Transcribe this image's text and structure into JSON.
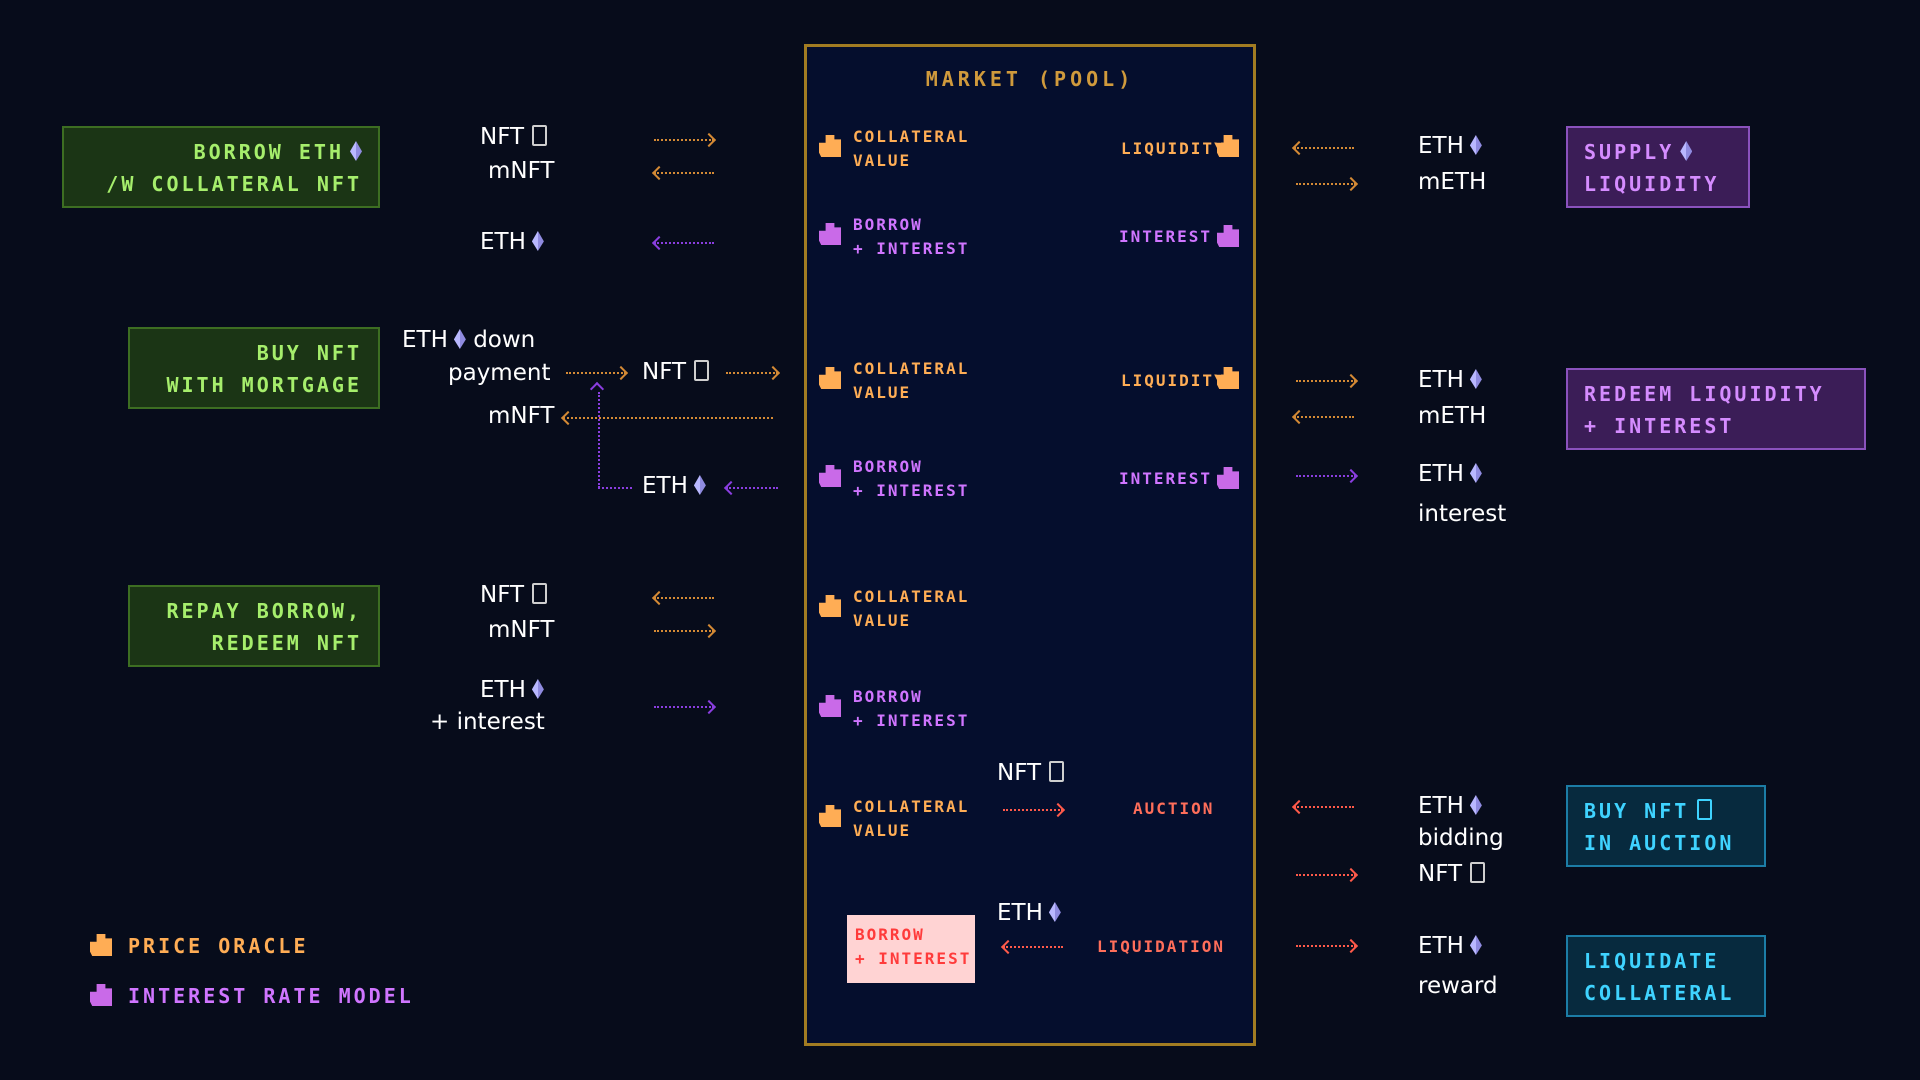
{
  "market": {
    "title": "MARKET (POOL)",
    "sections": [
      {
        "left_top": "COLLATERAL",
        "left_bottom": "VALUE",
        "right": "LIQUIDITY"
      },
      {
        "left_top": "BORROW",
        "left_bottom": "+ INTEREST",
        "right": "INTEREST"
      },
      {
        "left_top": "COLLATERAL",
        "left_bottom": "VALUE",
        "right": "LIQUIDITY"
      },
      {
        "left_top": "BORROW",
        "left_bottom": "+ INTEREST",
        "right": "INTEREST"
      },
      {
        "left_top": "COLLATERAL",
        "left_bottom": "VALUE",
        "right": ""
      },
      {
        "left_top": "BORROW",
        "left_bottom": "+ INTEREST",
        "right": ""
      },
      {
        "left_top": "COLLATERAL",
        "left_bottom": "VALUE",
        "right": "AUCTION"
      },
      {
        "left_top": "BORROW",
        "left_bottom": "+ INTEREST",
        "right": "LIQUIDATION"
      }
    ],
    "inner_tokens": {
      "nft": "NFT",
      "eth": "ETH"
    }
  },
  "left_actions": [
    {
      "line1": "BORROW ETH",
      "line2": "/W COLLATERAL NFT"
    },
    {
      "line1": "BUY NFT",
      "line2": "WITH MORTGAGE"
    },
    {
      "line1": "REPAY BORROW,",
      "line2": "REDEEM NFT"
    }
  ],
  "right_actions": [
    {
      "line1": "SUPPLY",
      "line2": "LIQUIDITY"
    },
    {
      "line1": "REDEEM LIQUIDITY",
      "line2": "+ INTEREST"
    },
    {
      "line1": "BUY NFT",
      "line2": "IN AUCTION"
    },
    {
      "line1": "LIQUIDATE",
      "line2": "COLLATERAL"
    }
  ],
  "tokens": {
    "nft": "NFT",
    "mnft": "mNFT",
    "eth": "ETH",
    "meth": "mETH",
    "down": "down",
    "payment": "payment",
    "interest": "interest",
    "plus_interest": "+ interest",
    "bidding": "bidding",
    "reward": "reward"
  },
  "legend": {
    "oracle": "PRICE ORACLE",
    "interest_model": "INTEREST RATE MODEL"
  },
  "colors": {
    "orange": "#d48a35",
    "violet": "#8a3ee0",
    "salmon": "#ff5a4a",
    "border": "#a27c22"
  }
}
